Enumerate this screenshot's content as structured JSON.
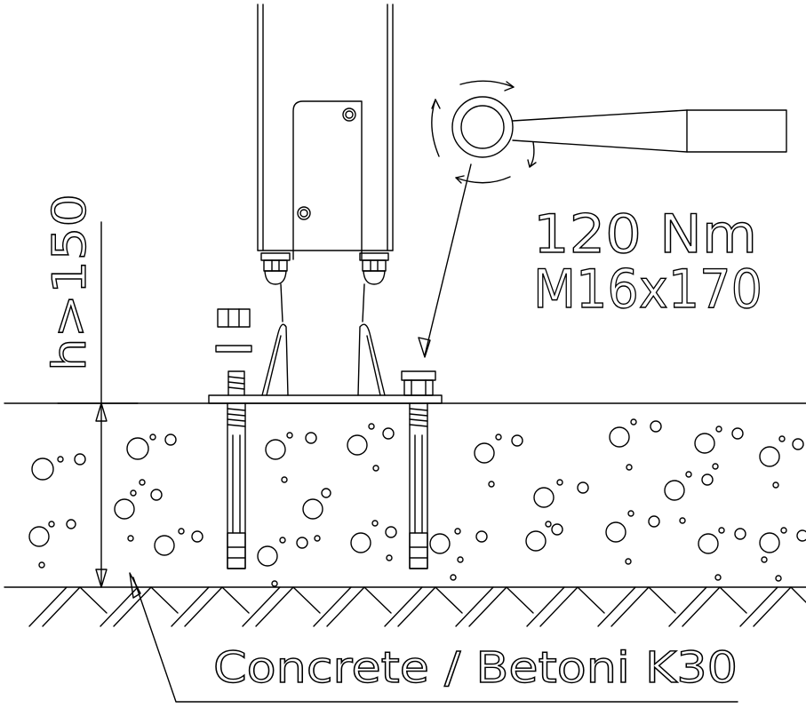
{
  "labels": {
    "torque": "120 Nm",
    "bolt_spec": "M16x170",
    "height_dim": "h>150",
    "material": "Concrete / Betoni K30"
  },
  "colors": {
    "line": "#000000",
    "background": "#ffffff"
  }
}
